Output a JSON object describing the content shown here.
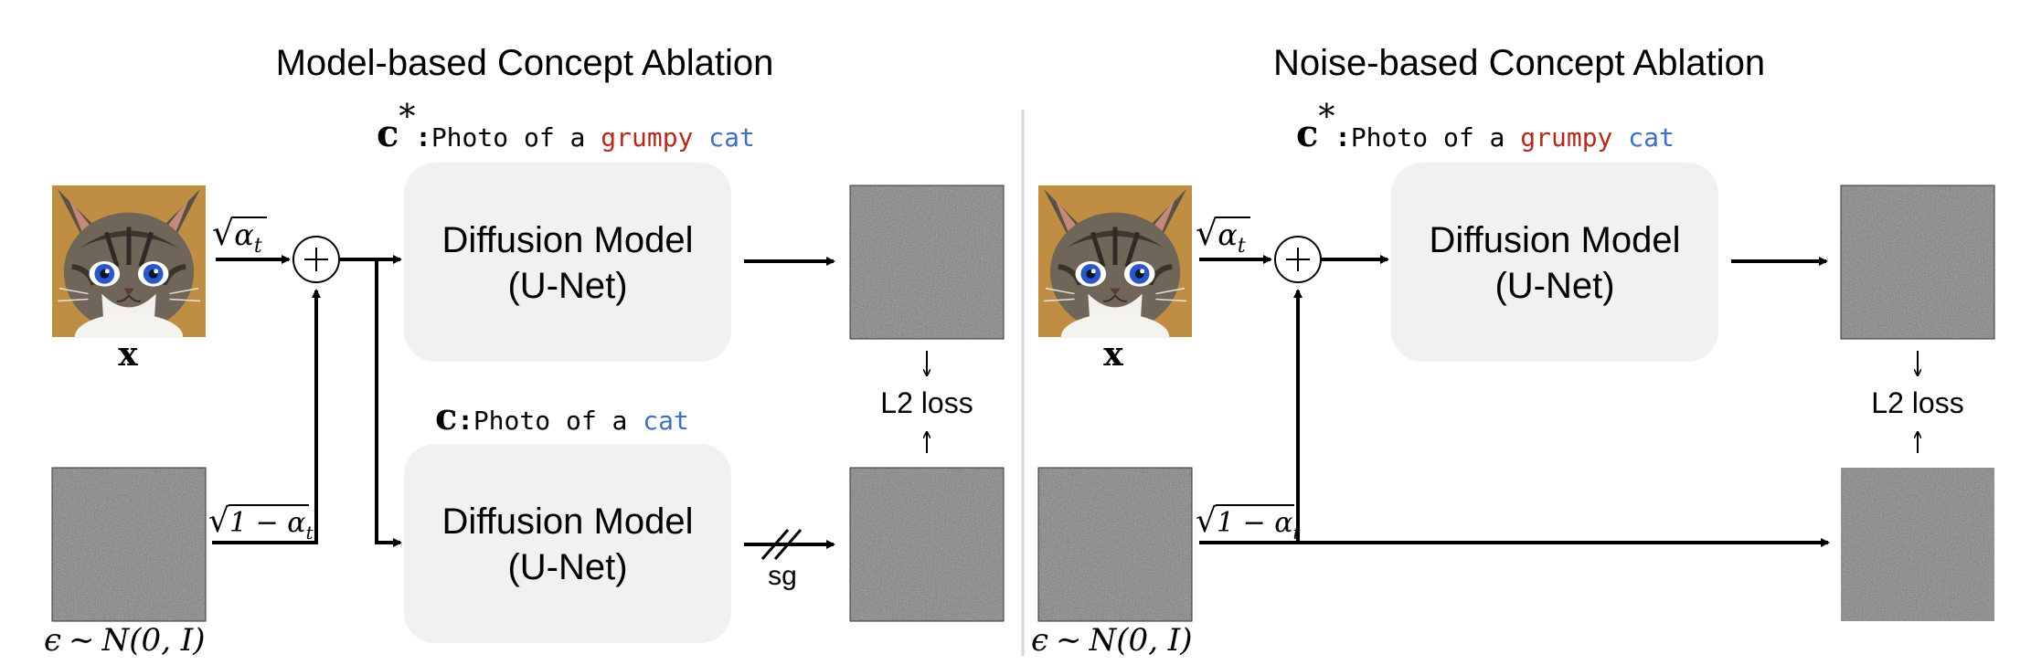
{
  "colors": {
    "grumpy": "#b52a1c",
    "cat": "#3f6fc4",
    "box_fill": "#f1f1f1",
    "divider": "#d6d6d6",
    "noise": "#8a8a8a"
  },
  "left": {
    "title": "Model-based Concept Ablation",
    "prompt_star": {
      "symbol": "c",
      "sup": "*",
      "colon": ":",
      "prefix": "Photo of a ",
      "word_red": "grumpy",
      "space": " ",
      "word_blue": "cat"
    },
    "prompt": {
      "symbol": "c",
      "colon": ":",
      "prefix": "Photo of a ",
      "word_blue": "cat"
    },
    "model_top": {
      "line1": "Diffusion Model",
      "line2": "(U-Net)"
    },
    "model_bottom": {
      "line1": "Diffusion Model",
      "line2": "(U-Net)"
    },
    "input_label": "x",
    "noise_label": {
      "eps": "ϵ",
      "sim": "∼",
      "expr": "N(0, I)"
    },
    "coef_top": {
      "root": "√",
      "alpha": "α",
      "sub": "t"
    },
    "coef_bottom": {
      "root": "√",
      "body": "1 − α",
      "sub": "t"
    },
    "loss_label": "L2 loss",
    "stopgrad_label": "sg"
  },
  "right": {
    "title": "Noise-based Concept Ablation",
    "prompt_star": {
      "symbol": "c",
      "sup": "*",
      "colon": ":",
      "prefix": "Photo of a ",
      "word_red": "grumpy",
      "space": " ",
      "word_blue": "cat"
    },
    "model": {
      "line1": "Diffusion Model",
      "line2": "(U-Net)"
    },
    "input_label": "x",
    "noise_label": {
      "eps": "ϵ",
      "sim": "∼",
      "expr": "N(0, I)"
    },
    "coef_top": {
      "root": "√",
      "alpha": "α",
      "sub": "t"
    },
    "coef_bottom": {
      "root": "√",
      "body": "1 − α",
      "sub": "t"
    },
    "loss_label": "L2 loss"
  }
}
